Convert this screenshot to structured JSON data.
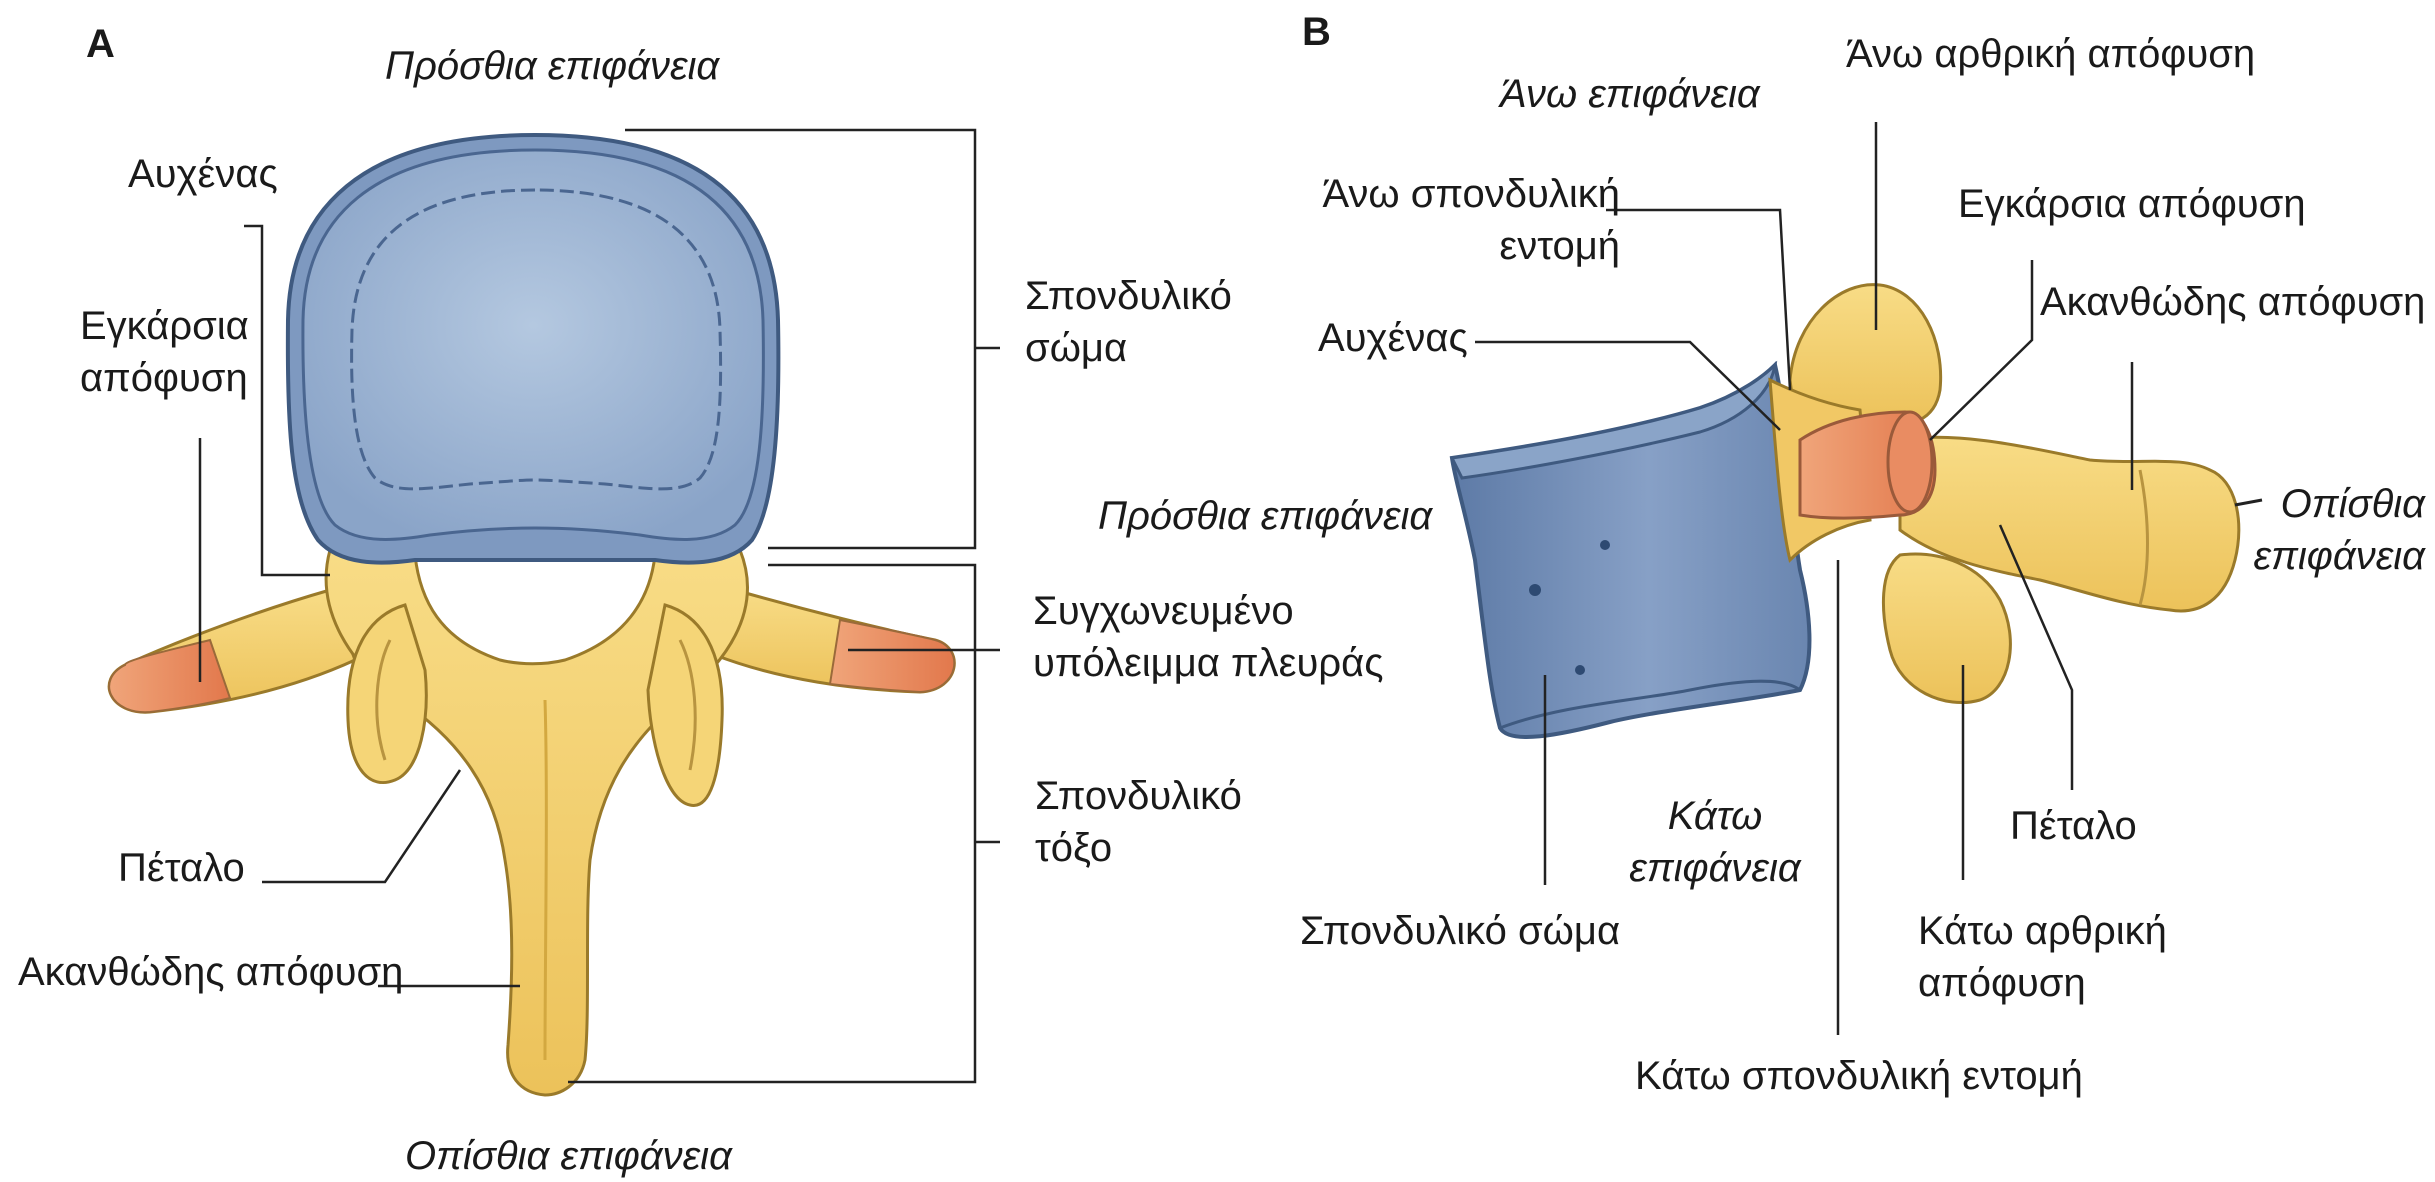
{
  "panel_a": {
    "letter": "A",
    "anterior_surface": "Πρόσθια επιφάνεια",
    "neck": "Αυχένας",
    "transverse_process": [
      "Εγκάρσια",
      "απόφυση"
    ],
    "lamina": "Πέταλο",
    "spinous_process": "Ακανθώδης απόφυση",
    "posterior_surface": "Οπίσθια επιφάνεια",
    "vertebral_body": [
      "Σπονδυλικό",
      "σώμα"
    ],
    "fused_rib": [
      "Συγχωνευμένο",
      "υπόλειμμα πλευράς"
    ],
    "vertebral_arch": [
      "Σπονδυλικό",
      "τόξο"
    ]
  },
  "panel_b": {
    "letter": "B",
    "superior_surface": "Άνω επιφάνεια",
    "superior_articular": "Άνω αρθρική απόφυση",
    "superior_notch": [
      "Άνω σπονδυλική",
      "εντομή"
    ],
    "transverse_process": "Εγκάρσια απόφυση",
    "spinous_process": "Ακανθώδης απόφυση",
    "neck": "Αυχένας",
    "anterior_surface": "Πρόσθια επιφάνεια",
    "posterior_surface": [
      "Οπίσθια",
      "επιφάνεια"
    ],
    "inferior_surface": [
      "Κάτω",
      "επιφάνεια"
    ],
    "vertebral_body": "Σπονδυλικό σώμα",
    "lamina": "Πέταλο",
    "inferior_articular": [
      "Κάτω αρθρική",
      "απόφυση"
    ],
    "inferior_notch": "Κάτω σπονδυλική εντομή"
  },
  "colors": {
    "body_blue": "#9fb6d2",
    "body_blue_dark": "#5f7ea6",
    "bone_yellow": "#f3cf6e",
    "bone_edge": "#9a7a2a",
    "rib_orange": "#e98a5e",
    "line": "#222222"
  }
}
